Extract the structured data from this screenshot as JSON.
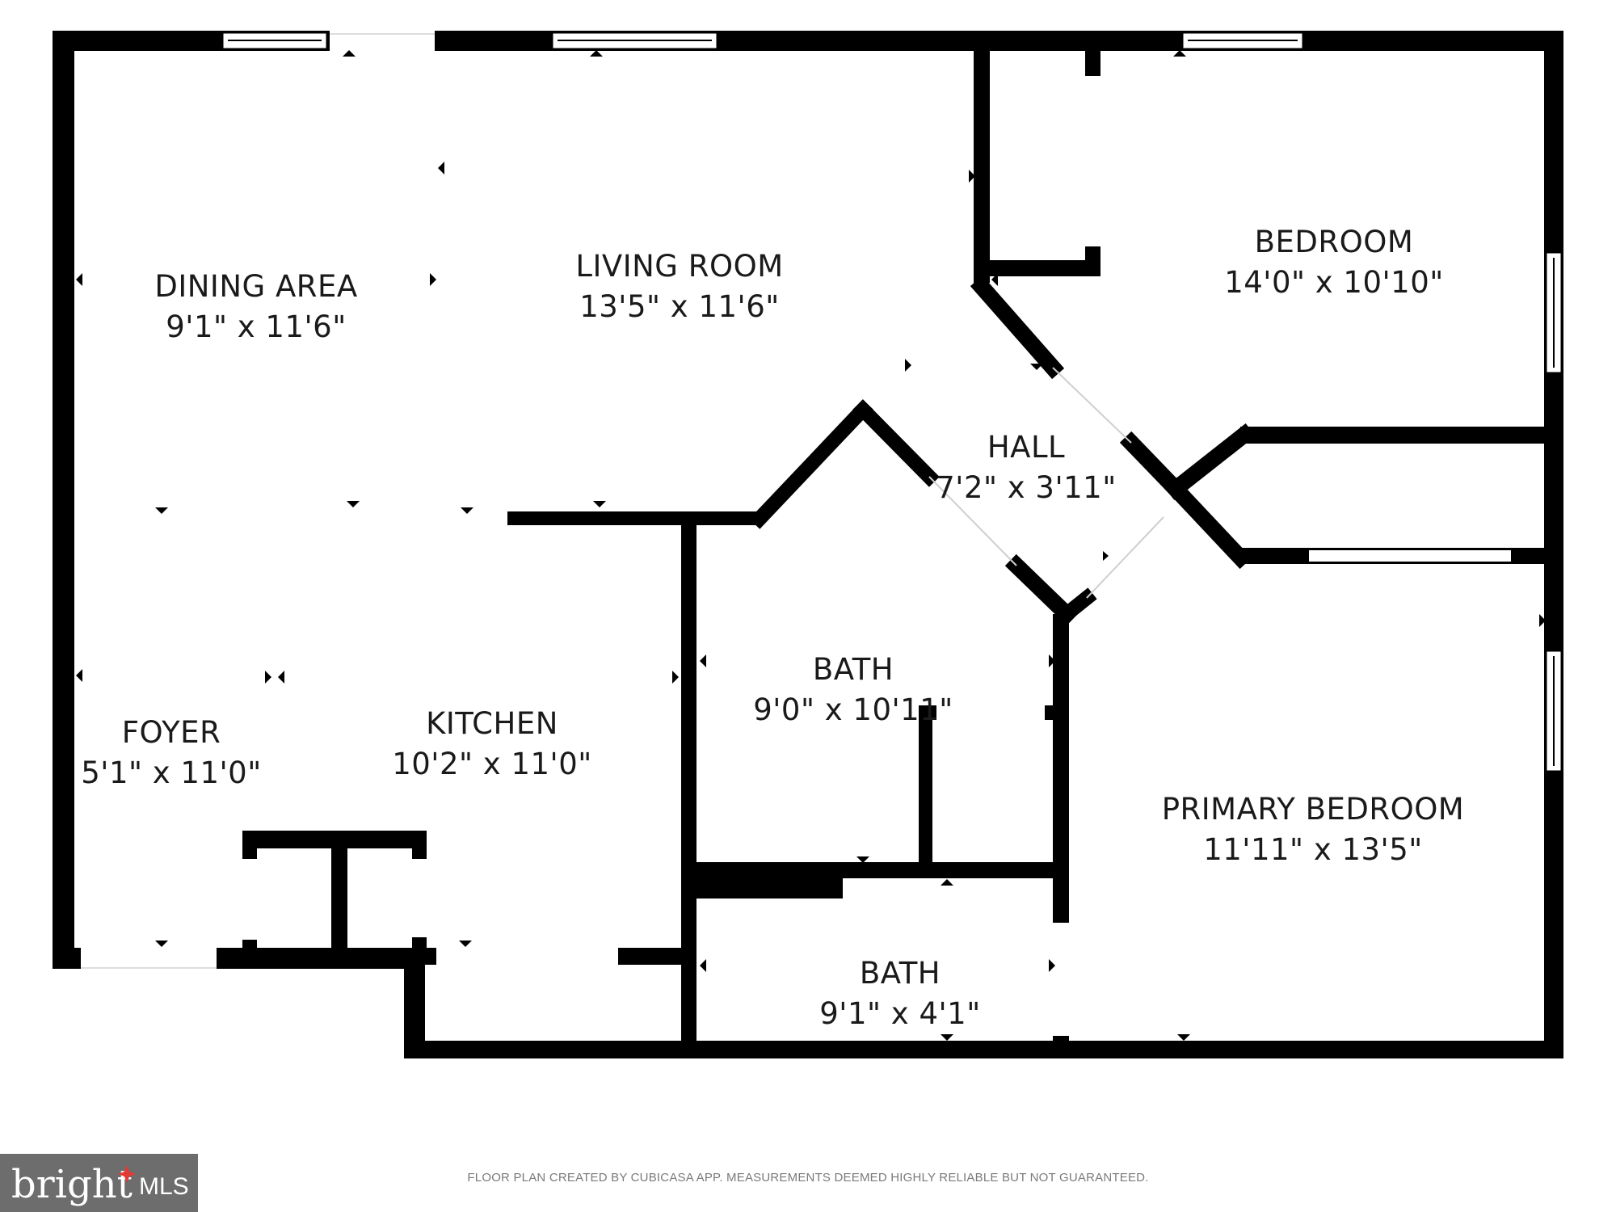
{
  "rooms": {
    "dining": {
      "name": "DINING AREA",
      "dims": "9'1\" x 11'6\""
    },
    "living": {
      "name": "LIVING ROOM",
      "dims": "13'5\" x 11'6\""
    },
    "bedroom": {
      "name": "BEDROOM",
      "dims": "14'0\" x 10'10\""
    },
    "hall": {
      "name": "HALL",
      "dims": "7'2\" x 3'11\""
    },
    "bath1": {
      "name": "BATH",
      "dims": "9'0\" x 10'11\""
    },
    "foyer": {
      "name": "FOYER",
      "dims": "5'1\" x 11'0\""
    },
    "kitchen": {
      "name": "KITCHEN",
      "dims": "10'2\" x 11'0\""
    },
    "primary": {
      "name": "PRIMARY BEDROOM",
      "dims": "11'11\" x 13'5\""
    },
    "bath2": {
      "name": "BATH",
      "dims": "9'1\" x 4'1\""
    }
  },
  "footer": {
    "note": "FLOOR PLAN CREATED BY CUBICASA APP. MEASUREMENTS DEEMED HIGHLY RELIABLE BUT NOT GUARANTEED."
  },
  "logo": {
    "brand": "bright",
    "suffix": "MLS",
    "background": "#6d6d6d"
  },
  "colors": {
    "wall": "#000000",
    "background": "#ffffff"
  }
}
